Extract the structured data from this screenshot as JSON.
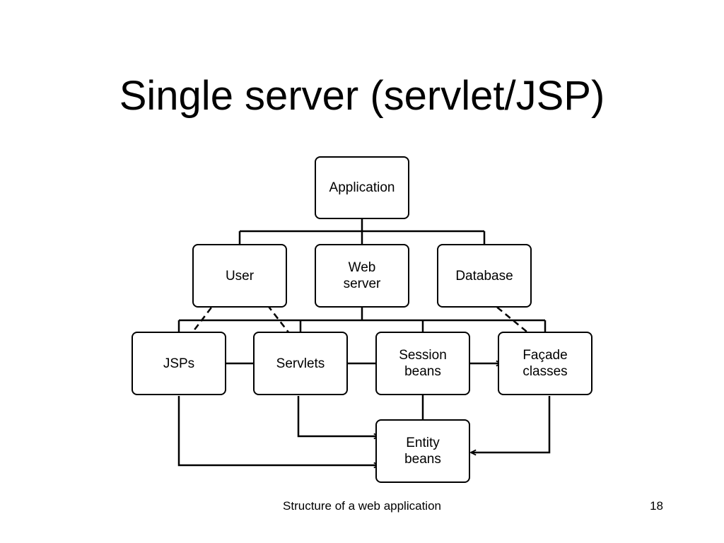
{
  "slide": {
    "title": "Single server (servlet/JSP)",
    "footer": "Structure of a web application",
    "page_number": "18"
  },
  "nodes": {
    "application": "Application",
    "user": "User",
    "web_server": "Web\nserver",
    "database": "Database",
    "jsps": "JSPs",
    "servlets": "Servlets",
    "session_beans": "Session\nbeans",
    "facade_classes": "Façade\nclasses",
    "entity_beans": "Entity\nbeans"
  }
}
